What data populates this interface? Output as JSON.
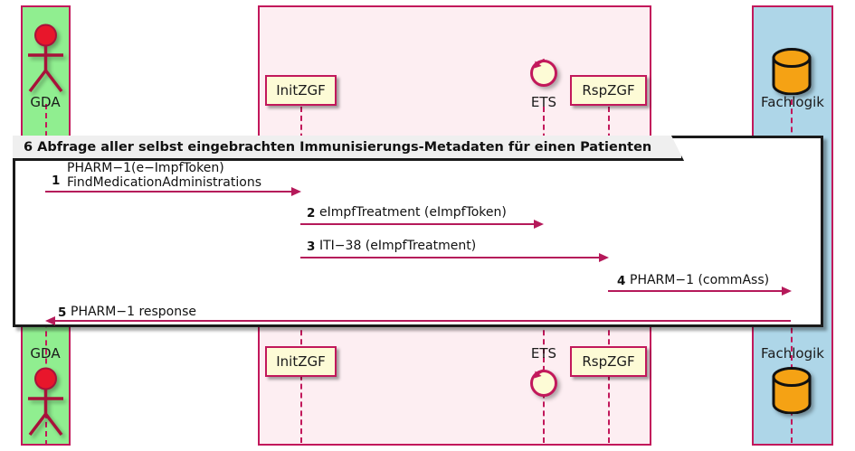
{
  "diagram": {
    "type": "uml-sequence-diagram",
    "title": "6 Abfrage aller selbst eingebrachten Immunisierungs-Metadaten für einen Patienten",
    "frame_label": "6 Abfrage aller selbst eingebrachten Immunisierungs-Metadaten für einen Patienten",
    "colors": {
      "actor_band": "#90ee90",
      "system_band": "#fdeef2",
      "backend_band": "#aed6e8",
      "line": "#b5195a",
      "box_fill": "#fdfbd6",
      "box_border": "#c2185b",
      "actor_head": "#e8162b",
      "db_fill": "#f5a214",
      "frame_border": "#1a1a1a",
      "frame_header_fill": "#efefef"
    }
  },
  "participants": [
    {
      "id": "gda",
      "label": "GDA",
      "icon": "actor-stick-figure",
      "band": "green"
    },
    {
      "id": "initzgf",
      "label": "InitZGF",
      "icon": "participant-box",
      "band": "pink"
    },
    {
      "id": "ets",
      "label": "ETS",
      "icon": "control-circle",
      "band": "pink"
    },
    {
      "id": "rspzgf",
      "label": "RspZGF",
      "icon": "participant-box",
      "band": "pink"
    },
    {
      "id": "fachlogik",
      "label": "Fachlogik",
      "icon": "database-cylinder",
      "band": "blue"
    }
  ],
  "messages": [
    {
      "num": "1",
      "text_line1": "PHARM−1(e−ImpfToken)",
      "text_line2": "FindMedicationAdministrations",
      "from": "gda",
      "to": "initzgf",
      "direction": "right"
    },
    {
      "num": "2",
      "text_line1": "eImpfTreatment (eImpfToken)",
      "text_line2": "",
      "from": "initzgf",
      "to": "ets",
      "direction": "right"
    },
    {
      "num": "3",
      "text_line1": "ITI−38 (eImpfTreatment)",
      "text_line2": "",
      "from": "initzgf",
      "to": "rspzgf",
      "direction": "right"
    },
    {
      "num": "4",
      "text_line1": "PHARM−1 (commAss)",
      "text_line2": "",
      "from": "rspzgf",
      "to": "fachlogik",
      "direction": "right"
    },
    {
      "num": "5",
      "text_line1": "PHARM−1 response",
      "text_line2": "",
      "from": "fachlogik",
      "to": "gda",
      "direction": "left"
    }
  ]
}
